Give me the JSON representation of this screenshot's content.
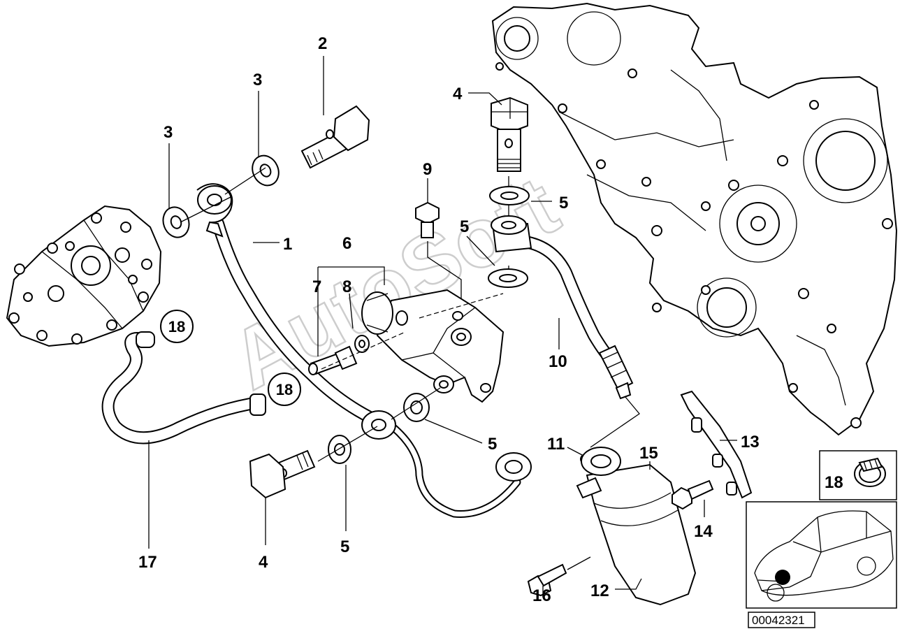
{
  "diagram": {
    "watermark": "AutoSoft",
    "reference_number": "00042321",
    "callouts": [
      {
        "id": "c1",
        "text": "1"
      },
      {
        "id": "c2",
        "text": "2"
      },
      {
        "id": "c3a",
        "text": "3"
      },
      {
        "id": "c3b",
        "text": "3"
      },
      {
        "id": "c4a",
        "text": "4"
      },
      {
        "id": "c4b",
        "text": "4"
      },
      {
        "id": "c5a",
        "text": "5"
      },
      {
        "id": "c5b",
        "text": "5"
      },
      {
        "id": "c5c",
        "text": "5"
      },
      {
        "id": "c5d",
        "text": "5"
      },
      {
        "id": "c6",
        "text": "6"
      },
      {
        "id": "c7",
        "text": "7"
      },
      {
        "id": "c8",
        "text": "8"
      },
      {
        "id": "c9",
        "text": "9"
      },
      {
        "id": "c10",
        "text": "10"
      },
      {
        "id": "c11",
        "text": "11"
      },
      {
        "id": "c12",
        "text": "12"
      },
      {
        "id": "c13",
        "text": "13"
      },
      {
        "id": "c14",
        "text": "14"
      },
      {
        "id": "c15",
        "text": "15"
      },
      {
        "id": "c16",
        "text": "16"
      },
      {
        "id": "c17",
        "text": "17"
      },
      {
        "id": "c18b",
        "text": "18"
      }
    ],
    "ring_callouts": [
      {
        "id": "r18a",
        "text": "18"
      },
      {
        "id": "r18b",
        "text": "18"
      }
    ],
    "colors": {
      "line": "#000000",
      "background": "#ffffff",
      "watermark": "#bdbdbd"
    }
  }
}
